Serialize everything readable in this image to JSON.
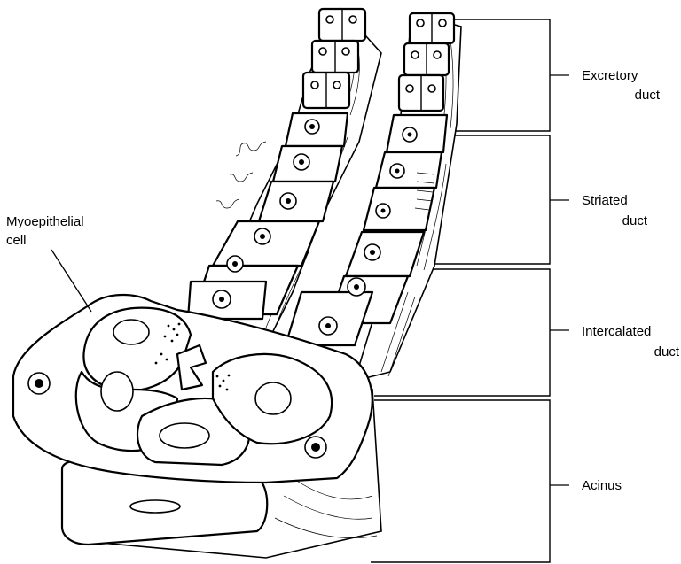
{
  "labels": {
    "excretory": [
      "Excretory",
      "duct"
    ],
    "striated": [
      "Striated",
      "duct"
    ],
    "intercalated": [
      "Intercalated",
      "duct"
    ],
    "acinus": "Acinus",
    "myoepithelial": [
      "Myoepithelial",
      "cell"
    ]
  }
}
